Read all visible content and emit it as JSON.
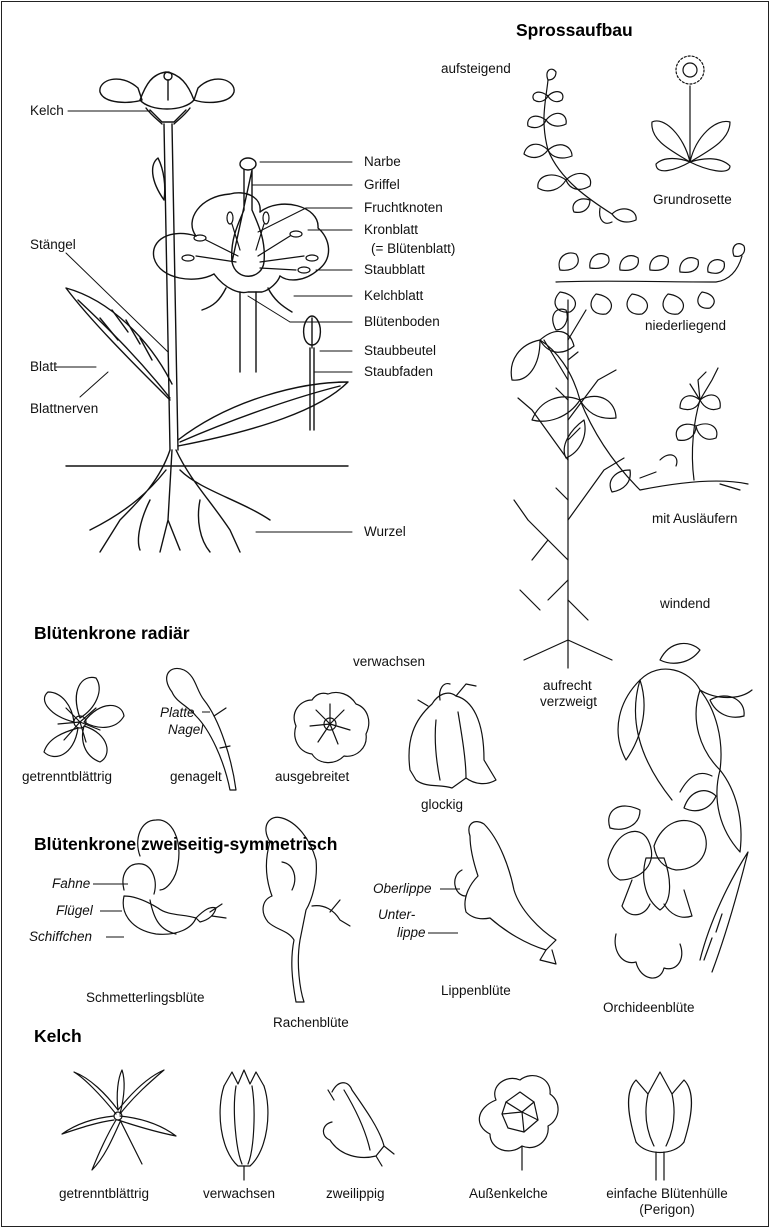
{
  "headings": {
    "sprossaufbau": "Sprossaufbau",
    "radiaer": "Blütenkrone radiär",
    "zweiseitig": "Blütenkrone zweiseitig-symmetrisch",
    "kelch": "Kelch"
  },
  "plant_anatomy": {
    "kelch": "Kelch",
    "staengel": "Stängel",
    "blatt": "Blatt",
    "blattnerven": "Blattnerven",
    "narbe": "Narbe",
    "griffel": "Griffel",
    "fruchtknoten": "Fruchtknoten",
    "kronblatt": "Kronblatt",
    "kronblatt_note": "(= Blütenblatt)",
    "staubblatt": "Staubblatt",
    "kelchblatt": "Kelchblatt",
    "bluetenboden": "Blütenboden",
    "staubbeutel": "Staubbeutel",
    "staubfaden": "Staubfaden",
    "wurzel": "Wurzel"
  },
  "shoot_types": {
    "aufsteigend": "aufsteigend",
    "grundrosette": "Grundrosette",
    "niederliegend": "niederliegend",
    "auslaeufer": "mit Ausläufern",
    "aufrecht_1": "aufrecht",
    "aufrecht_2": "verzweigt",
    "windend": "windend"
  },
  "radial_corolla": {
    "getrennt": "getrenntblättrig",
    "genagelt": "genagelt",
    "platte": "Platte",
    "nagel": "Nagel",
    "verwachsen": "verwachsen",
    "ausgebreitet": "ausgebreitet",
    "glockig": "glockig"
  },
  "zygomorphic_corolla": {
    "fahne": "Fahne",
    "fluegel": "Flügel",
    "schiffchen": "Schiffchen",
    "schmetterling": "Schmetterlingsblüte",
    "rachen": "Rachenblüte",
    "oberlippe": "Oberlippe",
    "unterlippe_1": "Unter-",
    "unterlippe_2": "lippe",
    "lippen": "Lippenblüte",
    "orchideen": "Orchideenblüte"
  },
  "calyx": {
    "getrennt": "getrenntblättrig",
    "verwachsen": "verwachsen",
    "zweilippig": "zweilippig",
    "aussenkelche": "Außenkelche",
    "einfach": "einfache Blütenhülle",
    "perigon": "(Perigon)"
  }
}
